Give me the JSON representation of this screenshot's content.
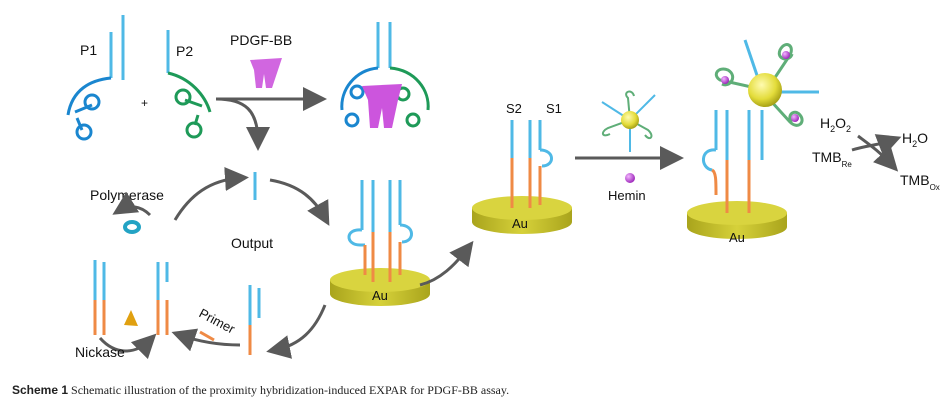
{
  "labels": {
    "p1": "P1",
    "p2": "P2",
    "plus": "+",
    "pdgf": "PDGF-BB",
    "polymerase": "Polymerase",
    "output": "Output",
    "nickase": "Nickase",
    "primer": "Primer",
    "au": "Au",
    "s2": "S2",
    "s1": "S1",
    "hemin": "Hemin",
    "h2o2_h": "H",
    "h2o2_2a": "2",
    "h2o2_o": "O",
    "h2o2_2b": "2",
    "h2o_h": "H",
    "h2o_2": "2",
    "h2o_o": "O",
    "tmb": "TMB",
    "re": "Re",
    "ox": "Ox"
  },
  "caption": {
    "label": "Scheme 1",
    "text": "Schematic illustration of the proximity hybridization-induced EXPAR for PDGF-BB assay."
  },
  "colors": {
    "blue": "#4fb9e6",
    "darkblue": "#1a86cf",
    "green": "#1e9a58",
    "orange": "#ef8a45",
    "gold": "#c9c42a",
    "magenta": "#cc55dd",
    "arrow": "#5a5a5a"
  }
}
